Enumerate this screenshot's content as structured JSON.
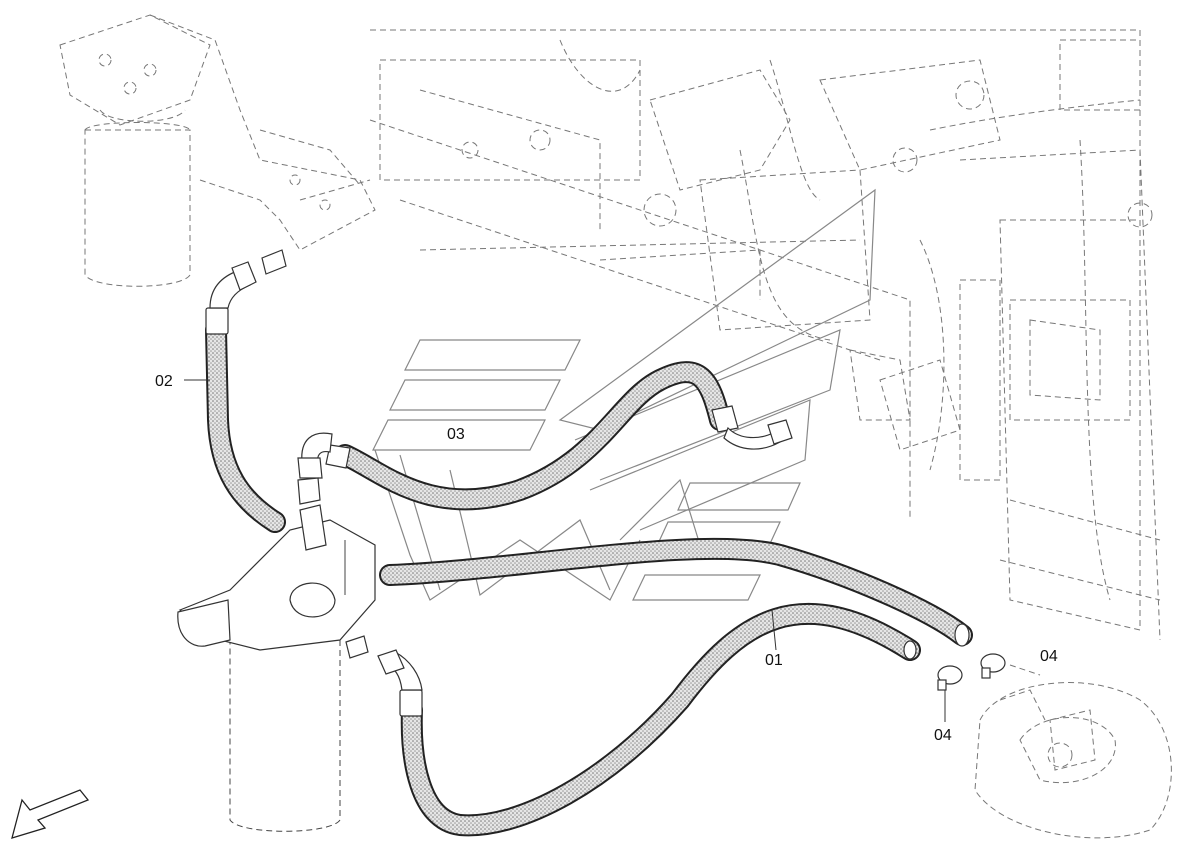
{
  "callouts": {
    "c01": "01",
    "c02": "02",
    "c03": "03",
    "c04a": "04",
    "c04b": "04"
  },
  "icons": {
    "orientation_arrow": "arrow-down-left-icon"
  },
  "colors": {
    "line": "#222222",
    "background": "#ffffff",
    "hose_fill": "#d9d9d9"
  }
}
